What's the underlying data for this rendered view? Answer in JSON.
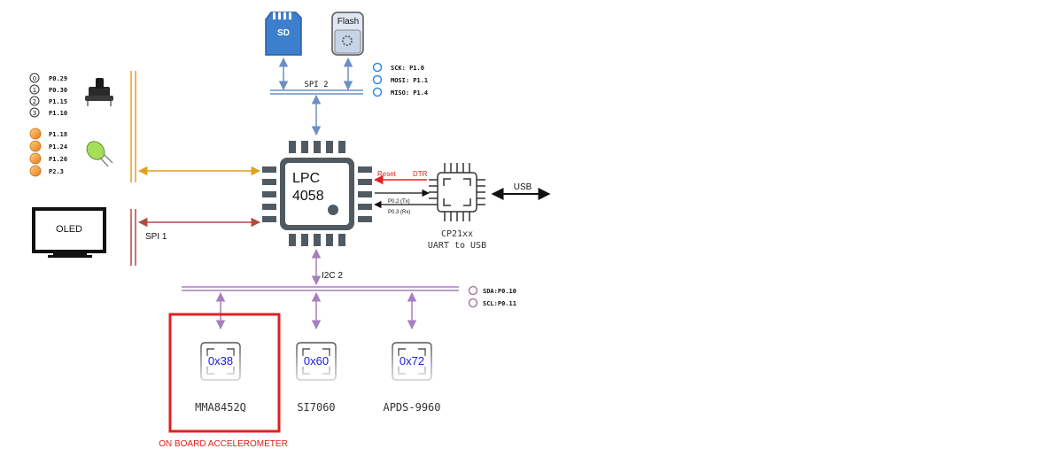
{
  "storage": {
    "sd_label": "SD",
    "flash_label": "Flash"
  },
  "spi2": {
    "bus_label": "SPI 2",
    "pins": [
      "SCK: P1.0",
      "MOSI: P1.1",
      "MISO: P1.4"
    ]
  },
  "buttons": {
    "items": [
      {
        "index": "0",
        "pin": "P0.29"
      },
      {
        "index": "1",
        "pin": "P0.30"
      },
      {
        "index": "2",
        "pin": "P1.15"
      },
      {
        "index": "3",
        "pin": "P1.10"
      }
    ]
  },
  "leds": {
    "pins": [
      "P1.18",
      "P1.24",
      "P1.26",
      "P2.3"
    ]
  },
  "oled": {
    "label": "OLED",
    "bus_label": "SPI 1"
  },
  "mcu": {
    "line1": "LPC",
    "line2": "4058"
  },
  "uart": {
    "reset_label": "Reset",
    "dtr_label": "DTR",
    "tx_label": "P0.2 (Tx)",
    "rx_label": "P0.3 (Rx)",
    "chip_name": "CP21xx",
    "chip_desc": "UART to USB",
    "usb_label": "USB"
  },
  "i2c2": {
    "bus_label": "I2C 2",
    "pins": [
      "SDA:P0.10",
      "SCL:P0.11"
    ]
  },
  "sensors": [
    {
      "address": "0x38",
      "name": "MMA8452Q"
    },
    {
      "address": "0x60",
      "name": "SI7060"
    },
    {
      "address": "0x72",
      "name": "APDS-9960"
    }
  ],
  "highlight_caption": "ON BOARD ACCELEROMETER",
  "colors": {
    "spi2_bus": "#6b8fc6",
    "gpio_bus": "#e0a020",
    "spi1_bus": "#b04a45",
    "i2c_bus": "#a57fbf",
    "reset_line": "#e32121",
    "chip_gray": "#505a62",
    "address_text": "#1a1ae0",
    "highlight_box": "#e02020",
    "led_orange": "#f08a1c",
    "spi_pin_circle": "#2d8fe0"
  }
}
